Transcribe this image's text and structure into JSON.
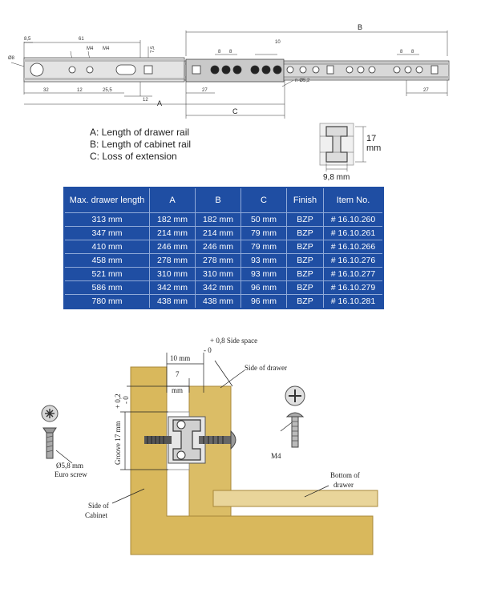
{
  "top_drawing": {
    "dims": {
      "d85": "8,5",
      "d61": "61",
      "m4a": "M4",
      "m4b": "M4",
      "d75": "7,5",
      "d8a": "8",
      "d8b": "8",
      "d8c": "8",
      "d8d": "8",
      "d10": "10",
      "dB": "B",
      "o8": "Ø8",
      "d32": "32",
      "d12a": "12",
      "d255": "25,5",
      "d12b": "12",
      "dA": "A",
      "d27a": "27",
      "d27b": "27",
      "dC": "C",
      "hole": "n-Ø5,2"
    }
  },
  "legend": {
    "a": "A: Length of drawer rail",
    "b": "B: Length of cabinet rail",
    "c": "C: Loss of extension"
  },
  "profile": {
    "height": "17",
    "height_unit": "mm",
    "width": "9,8 mm"
  },
  "table": {
    "headers": [
      "Max. drawer length",
      "A",
      "B",
      "C",
      "Finish",
      "Item No."
    ],
    "rows": [
      [
        "313 mm",
        "182 mm",
        "182 mm",
        "50 mm",
        "BZP",
        "# 16.10.260"
      ],
      [
        "347 mm",
        "214 mm",
        "214 mm",
        "79 mm",
        "BZP",
        "# 16.10.261"
      ],
      [
        "410 mm",
        "246 mm",
        "246 mm",
        "79 mm",
        "BZP",
        "# 16.10.266"
      ],
      [
        "458 mm",
        "278 mm",
        "278 mm",
        "93 mm",
        "BZP",
        "# 16.10.276"
      ],
      [
        "521 mm",
        "310 mm",
        "310 mm",
        "93 mm",
        "BZP",
        "# 16.10.277"
      ],
      [
        "586 mm",
        "342 mm",
        "342 mm",
        "96 mm",
        "BZP",
        "# 16.10.279"
      ],
      [
        "780 mm",
        "438 mm",
        "438 mm",
        "96 mm",
        "BZP",
        "# 16.10.281"
      ]
    ]
  },
  "install": {
    "side_space": "+ 0,8 Side space",
    "side_space_minus": "- 0",
    "d10mm": "10 mm",
    "d7": "7",
    "d7mm": "mm",
    "plus02": "+ 0,2",
    "minus0": "- 0",
    "groove": "Groove 17 mm",
    "side_of_drawer": "Side of drawer",
    "bottom_of_drawer_1": "Bottom of",
    "bottom_of_drawer_2": "drawer",
    "side_of_cabinet_1": "Side of",
    "side_of_cabinet_2": "Cabinet",
    "euro_screw_1": "Ø5,8 mm",
    "euro_screw_2": "Euro screw",
    "m4": "M4"
  },
  "colors": {
    "table_bg": "#1f4ea3",
    "wood": "#d9b85c",
    "wood_edge": "#a8883a",
    "rail": "#d6d6d6"
  }
}
